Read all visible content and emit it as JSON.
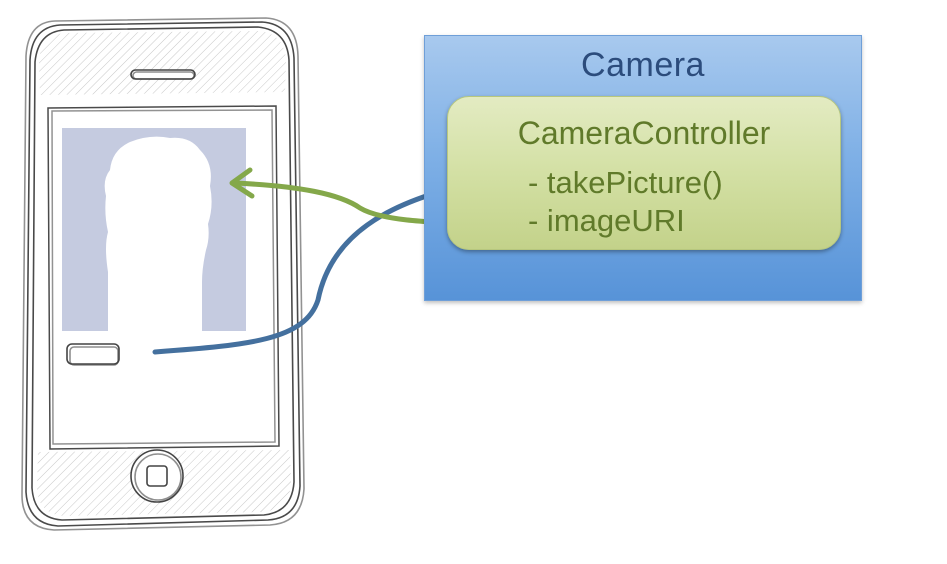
{
  "camera": {
    "title": "Camera",
    "controller": {
      "title": "CameraController",
      "members": [
        "- takePicture()",
        "- imageURI"
      ]
    }
  },
  "colors": {
    "camera_fill": "#7fb0e6",
    "camera_text": "#2c4c7c",
    "controller_fill": "#d3e0a4",
    "controller_text": "#607a2a",
    "blue_arrow": "#44709e",
    "green_arrow": "#84a84a",
    "photo_placeholder": "#c5cbe0"
  }
}
